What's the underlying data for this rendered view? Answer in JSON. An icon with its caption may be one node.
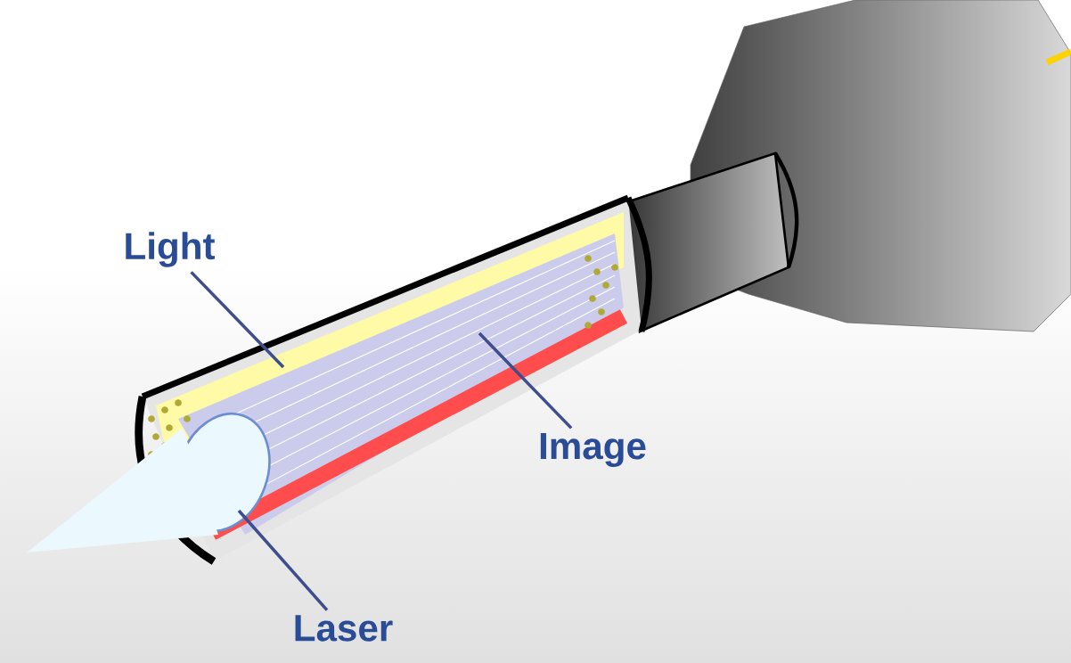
{
  "diagram": {
    "nodes": [
      {
        "text": [
          "Light"
        ]
      },
      {
        "text": [
          "Image"
        ]
      },
      {
        "text": [
          "Laser"
        ]
      }
    ],
    "edges": [
      {
        "from": 0,
        "to": null,
        "arrow": "none"
      },
      {
        "from": 1,
        "to": null,
        "arrow": "none"
      },
      {
        "from": 2,
        "to": null,
        "arrow": "none"
      }
    ]
  }
}
